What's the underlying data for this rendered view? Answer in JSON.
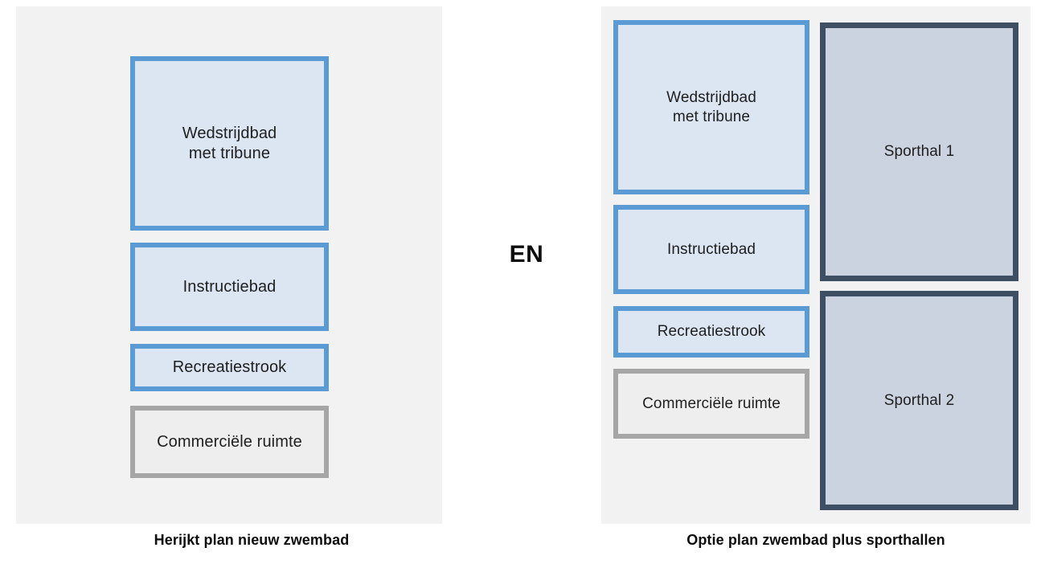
{
  "diagram": {
    "connector_label": "EN",
    "colors": {
      "panel_background": "#f2f2f2",
      "page_background": "#ffffff",
      "pool_fill": "#dce6f2",
      "pool_border": "#5b9bd5",
      "commercial_fill": "#eeeeee",
      "commercial_border": "#a6a6a6",
      "hall_fill": "#ccd3e0",
      "hall_border": "#3f4f63",
      "text": "#202020",
      "caption_text": "#0d0d0d"
    },
    "left_panel": {
      "caption": "Herijkt plan nieuw zwembad",
      "boxes": [
        {
          "label": "Wedstrijdbad\nmet tribune",
          "kind": "pool"
        },
        {
          "label": "Instructiebad",
          "kind": "pool"
        },
        {
          "label": "Recreatiestrook",
          "kind": "pool"
        },
        {
          "label": "Commerciële ruimte",
          "kind": "commercial"
        }
      ]
    },
    "right_panel": {
      "caption": "Optie plan zwembad plus sporthallen",
      "boxes": [
        {
          "label": "Wedstrijdbad\nmet tribune",
          "kind": "pool"
        },
        {
          "label": "Instructiebad",
          "kind": "pool"
        },
        {
          "label": "Recreatiestrook",
          "kind": "pool"
        },
        {
          "label": "Commerciële ruimte",
          "kind": "commercial"
        },
        {
          "label": "Sporthal 1",
          "kind": "hall"
        },
        {
          "label": "Sporthal 2",
          "kind": "hall"
        }
      ]
    }
  }
}
